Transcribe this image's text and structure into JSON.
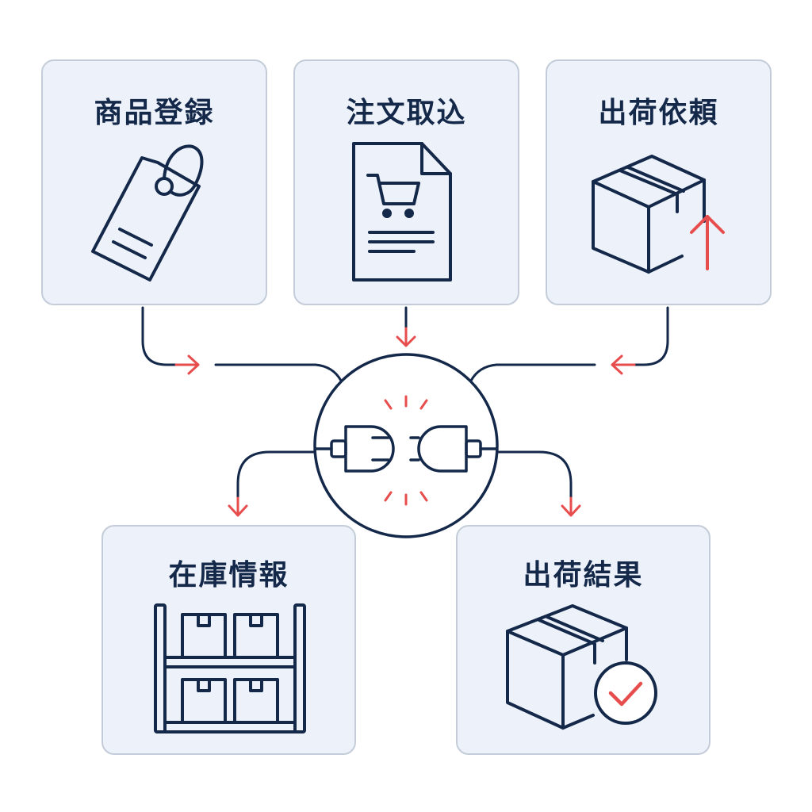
{
  "nodes": {
    "product_registration": {
      "label": "商品登録",
      "icon": "price-tag-icon"
    },
    "order_import": {
      "label": "注文取込",
      "icon": "order-document-cart-icon"
    },
    "shipping_request": {
      "label": "出荷依頼",
      "icon": "box-upload-icon"
    },
    "inventory_info": {
      "label": "在庫情報",
      "icon": "warehouse-shelf-icon"
    },
    "shipping_result": {
      "label": "出荷結果",
      "icon": "box-check-icon"
    }
  },
  "hub": {
    "icon": "plug-connector-icon"
  },
  "colors": {
    "navy": "#14284a",
    "accent": "#e84d4d",
    "card_fill": "#edf2fa",
    "card_border": "#c3ccd8"
  }
}
